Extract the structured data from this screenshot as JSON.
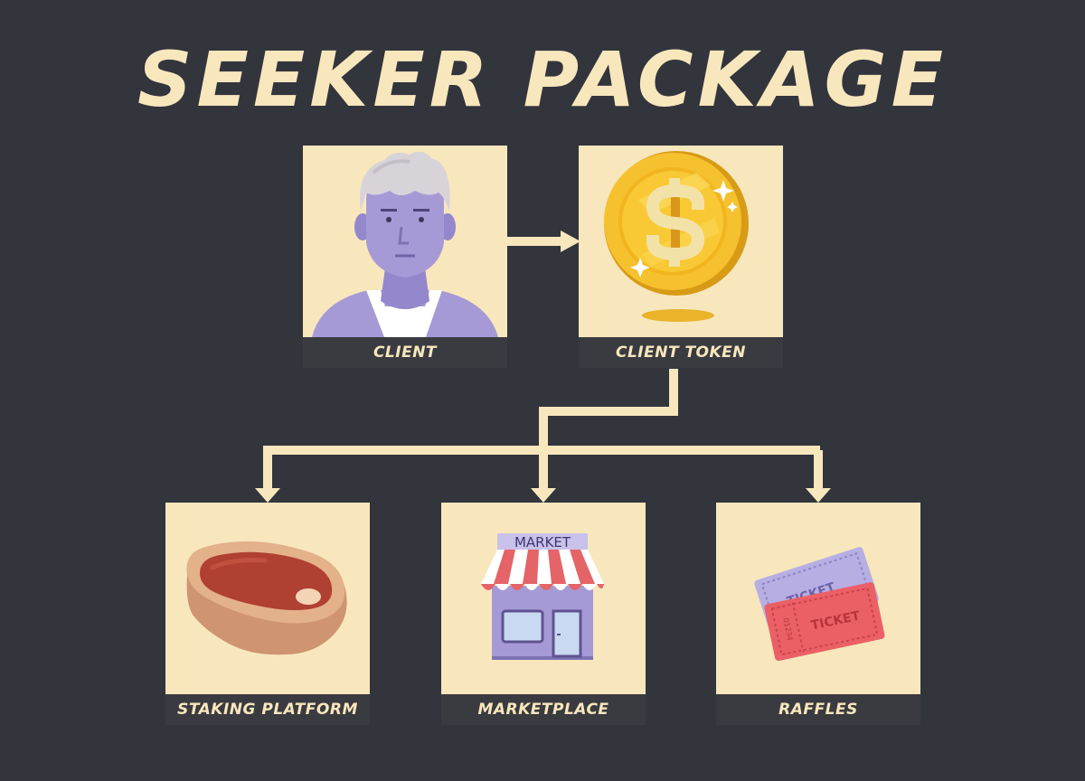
{
  "title": "SEEKER PACKAGE",
  "nodes": [
    {
      "id": "client",
      "label": "CLIENT",
      "icon": "person-icon"
    },
    {
      "id": "client-token",
      "label": "CLIENT TOKEN",
      "icon": "dollar-coin-icon"
    },
    {
      "id": "staking-platform",
      "label": "STAKING PLATFORM",
      "icon": "steak-icon"
    },
    {
      "id": "marketplace",
      "label": "MARKETPLACE",
      "icon": "market-store-icon"
    },
    {
      "id": "raffles",
      "label": "RAFFLES",
      "icon": "tickets-icon"
    }
  ],
  "edges": [
    {
      "from": "client",
      "to": "client-token"
    },
    {
      "from": "client-token",
      "to": "staking-platform"
    },
    {
      "from": "client-token",
      "to": "marketplace"
    },
    {
      "from": "client-token",
      "to": "raffles"
    }
  ],
  "art_text": {
    "market_sign": "MARKET",
    "ticket_back": "TICKET",
    "ticket_front": "TICKET",
    "ticket_number": "01234"
  },
  "colors": {
    "background": "#33353d",
    "card": "#f8e7bd",
    "label_bar": "#3a3b40",
    "accent": "#f8e7bd"
  }
}
